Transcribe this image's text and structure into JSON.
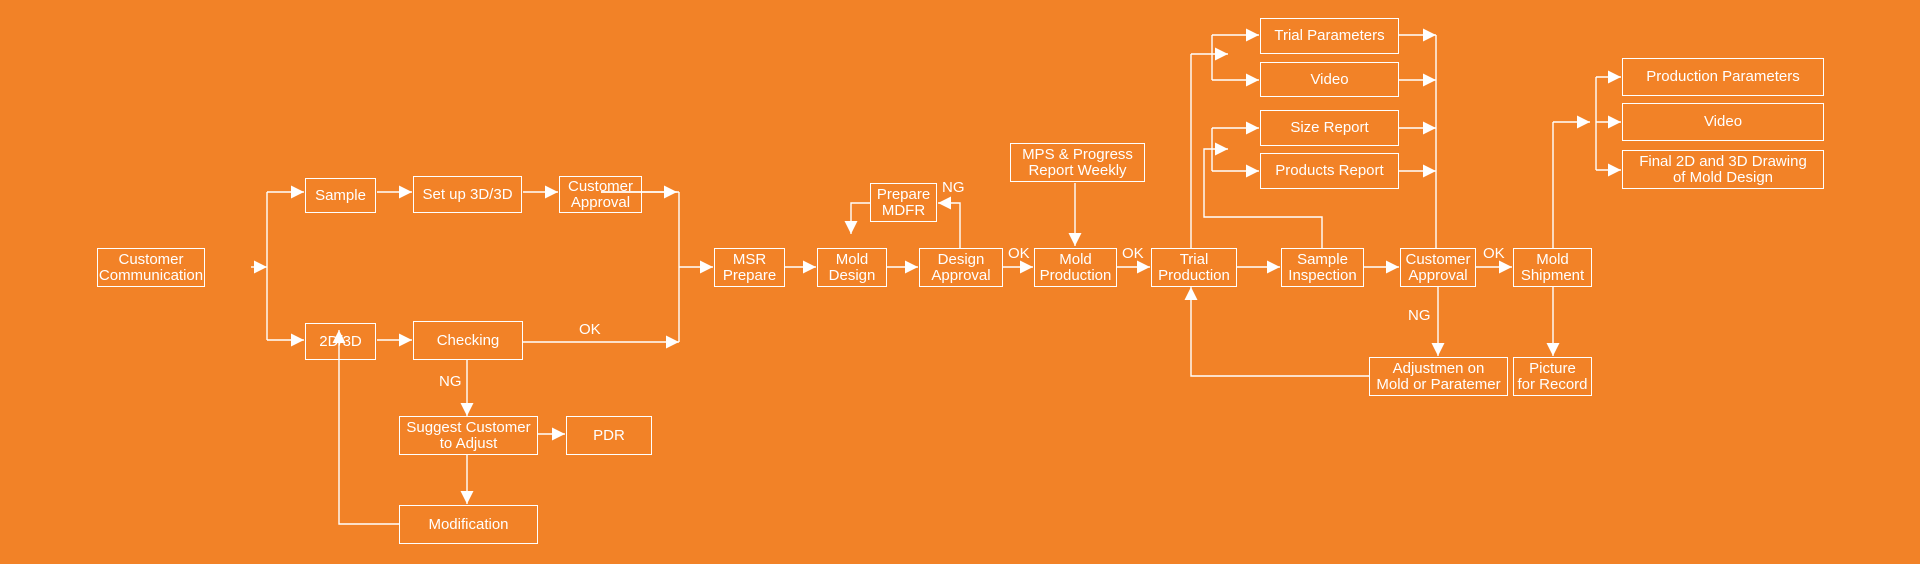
{
  "colors": {
    "background": "#f28227",
    "foreground": "#ffffff"
  },
  "nodes": {
    "customer_communication": "Customer\nCommunication",
    "sample": "Sample",
    "setup_3d": "Set up 3D/3D",
    "customer_approval_1": "Customer\nApproval",
    "checking_2d3d": "2D/3D",
    "checking": "Checking",
    "suggest_customer": "Suggest Customer\nto Adjust",
    "pdr": "PDR",
    "modification": "Modification",
    "msr_prepare": "MSR\nPrepare",
    "mold_design": "Mold\nDesign",
    "prepare_mdfr": "Prepare\nMDFR",
    "design_approval": "Design\nApproval",
    "mps_report": "MPS & Progress\nReport Weekly",
    "mold_production": "Mold\nProduction",
    "trial_production": "Trial\nProduction",
    "trial_parameters": "Trial Parameters",
    "video_1": "Video",
    "size_report": "Size Report",
    "products_report": "Products Report",
    "sample_inspection": "Sample\nInspection",
    "customer_approval_2": "Customer\nApproval",
    "adjustment": "Adjustmen on\nMold or Paratemer",
    "mold_shipment": "Mold\nShipment",
    "picture_record": "Picture\nfor Record",
    "production_parameters": "Production Parameters",
    "video_2": "Video",
    "final_drawing": "Final 2D and 3D Drawing\nof Mold Design"
  },
  "edge_labels": {
    "checking_ok": "OK",
    "checking_ng": "NG",
    "design_ng": "NG",
    "design_ok": "OK",
    "production_ok": "OK",
    "approval_ng": "NG",
    "approval_ok": "OK"
  }
}
